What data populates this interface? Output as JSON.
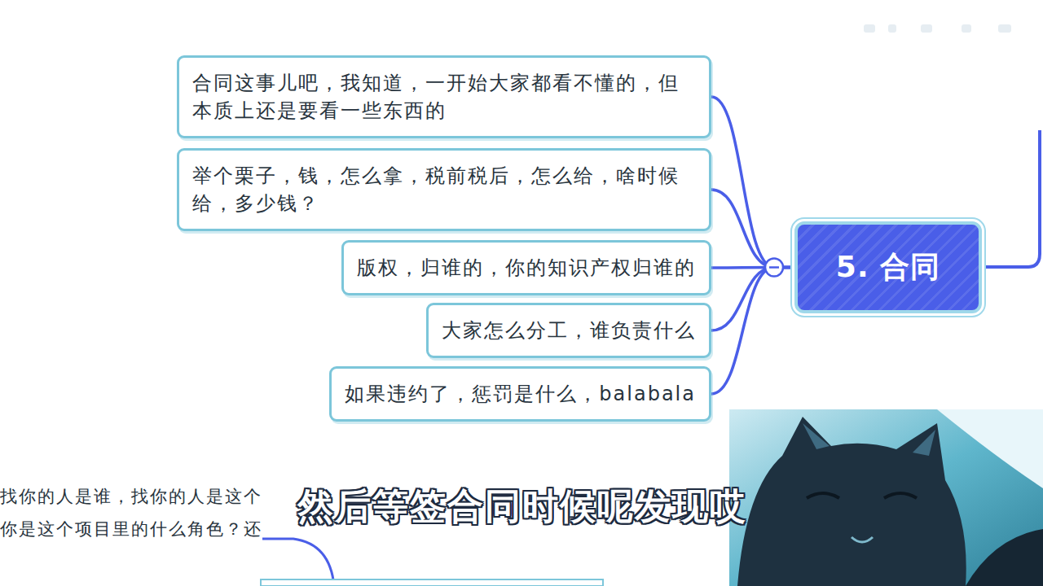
{
  "diagram": {
    "nodes": [
      {
        "text": [
          "5. 合同"
        ]
      },
      {
        "text": [
          "合同这事儿吧，我知道，一开始大家都看不懂的，但本质上还是要看一些东西的"
        ]
      },
      {
        "text": [
          "举个栗子，钱，怎么拿，税前税后，怎么给，啥时候给，多少钱？"
        ]
      },
      {
        "text": [
          "版权，归谁的，你的知识产权归谁的"
        ]
      },
      {
        "text": [
          "大家怎么分工，谁负责什么"
        ]
      },
      {
        "text": [
          "如果违约了，惩罚是什么，balabala"
        ]
      }
    ],
    "edges": [
      {
        "from": 0,
        "to": 1,
        "arrow": "none"
      },
      {
        "from": 0,
        "to": 2,
        "arrow": "none"
      },
      {
        "from": 0,
        "to": 3,
        "arrow": "none"
      },
      {
        "from": 0,
        "to": 4,
        "arrow": "none"
      },
      {
        "from": 0,
        "to": 5,
        "arrow": "none"
      }
    ],
    "labels": [
      "找你的人是谁，找你的人是这个",
      "你是这个项目里的什么角色？还",
      "然后等签合同时候呢发现哎"
    ]
  }
}
